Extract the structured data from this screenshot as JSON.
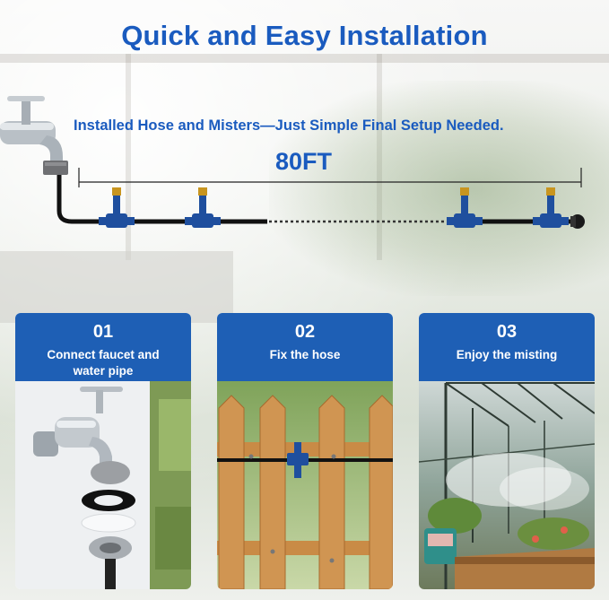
{
  "title": "Quick and Easy Installation",
  "subtitle": "Installed Hose and Misters—Just  Simple Final Setup Needed.",
  "length_label": "80FT",
  "colors": {
    "brand_blue": "#1a5bbf",
    "card_header_blue": "#1e5fb5",
    "hose_black": "#111111",
    "tee_blue": "#1f4f9e",
    "brass": "#c8951f",
    "wood": "#c98b46"
  },
  "steps": [
    {
      "number": "01",
      "text_line1": "Connect faucet and",
      "text_line2": "water pipe",
      "icon": "faucet-connection"
    },
    {
      "number": "02",
      "text_line1": "Fix the hose",
      "text_line2": "",
      "icon": "fence-hose"
    },
    {
      "number": "03",
      "text_line1": "Enjoy the misting",
      "text_line2": "",
      "icon": "greenhouse-mist"
    }
  ]
}
